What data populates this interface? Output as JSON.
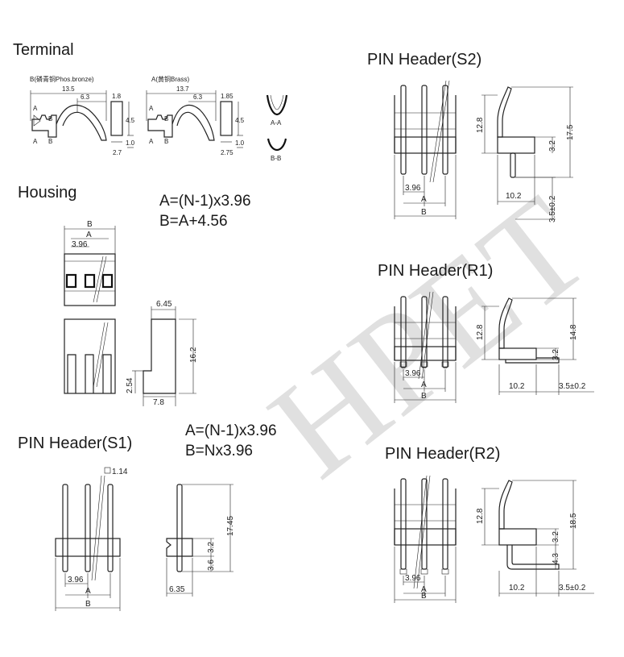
{
  "watermark": "HPET",
  "terminal": {
    "title": "Terminal",
    "variant_b_label": "B(磷青铜Phos.bronze)",
    "variant_a_label": "A(黄铜Brass)",
    "b_dims": {
      "length": "13.5",
      "inner": "6.3",
      "width": "1.8",
      "height": "4.5",
      "base": "1.0",
      "bottom": "2.7"
    },
    "a_dims": {
      "length": "13.7",
      "inner": "6.3",
      "width": "1.85",
      "height": "4.5",
      "base": "1.0",
      "bottom": "2.75"
    },
    "section_aa": "A-A",
    "section_bb": "B-B",
    "letter_a": "A",
    "letter_b": "B"
  },
  "housing": {
    "title": "Housing",
    "formula_a": "A=(N-1)x3.96",
    "formula_b": "B=A+4.56",
    "dim_b": "B",
    "dim_a": "A",
    "pitch": "3.96",
    "side_top": "6.45",
    "side_height": "16.2",
    "side_step": "2.54",
    "side_bottom": "7.8"
  },
  "s1": {
    "title": "PIN Header(S1)",
    "formula_a": "A=(N-1)x3.96",
    "formula_b": "B=Nx3.96",
    "pin_square": "1.14",
    "pitch": "3.96",
    "dim_a": "A",
    "dim_b": "B",
    "total": "17.45",
    "upper": "3.2",
    "lower": "3.6",
    "base": "6.35"
  },
  "s2": {
    "title": "PIN Header(S2)",
    "height": "12.8",
    "total": "17.5",
    "step": "3.2",
    "depth": "10.2",
    "tail": "3.5±0.2",
    "pitch": "3.96",
    "dim_a": "A",
    "dim_b": "B"
  },
  "r1": {
    "title": "PIN Header(R1)",
    "height": "12.8",
    "total": "14.8",
    "step": "3.2",
    "depth": "10.2",
    "tail": "3.5±0.2",
    "pitch": "3.96",
    "dim_a": "A",
    "dim_b": "B"
  },
  "r2": {
    "title": "PIN Header(R2)",
    "height": "12.8",
    "total": "18.5",
    "step": "3.2",
    "lower": "4.3",
    "depth": "10.2",
    "tail": "3.5±0.2",
    "pitch": "3.96",
    "dim_a": "A",
    "dim_b": "B"
  }
}
